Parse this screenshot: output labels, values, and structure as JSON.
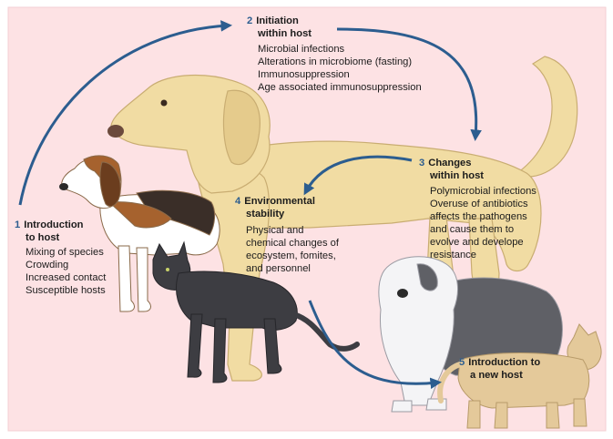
{
  "colors": {
    "background": "#fde2e4",
    "arrow": "#2c5d8f",
    "number": "#2c5d8f",
    "text": "#1c1c1c"
  },
  "stages": [
    {
      "number": "1",
      "title_line1": "Introduction",
      "title_line2": "to host",
      "items": [
        "Mixing of species",
        "Crowding",
        "Increased contact",
        "Susceptible hosts"
      ]
    },
    {
      "number": "2",
      "title_line1": "Initiation",
      "title_line2": "within host",
      "items": [
        "Microbial infections",
        "Alterations in microbiome (fasting)",
        "Immunosuppression",
        "Age associated immunosuppression"
      ]
    },
    {
      "number": "3",
      "title_line1": "Changes",
      "title_line2": "within host",
      "items": [
        "Polymicrobial infections",
        "Overuse of antibiotics",
        "affects the pathogens",
        "and cause them to",
        "evolve and develope",
        "resistance"
      ]
    },
    {
      "number": "4",
      "title_line1": "Environmental",
      "title_line2": "stability",
      "items": [
        "Physical and",
        "chemical changes of",
        "ecosystem, fomites,",
        "and personnel"
      ]
    },
    {
      "number": "5",
      "title_line1": "Introduction to",
      "title_line2": "a new host",
      "items": []
    }
  ],
  "illustrations": [
    "golden-retriever",
    "beagle",
    "black-cat",
    "old-english-sheepdog",
    "tan-cat"
  ]
}
